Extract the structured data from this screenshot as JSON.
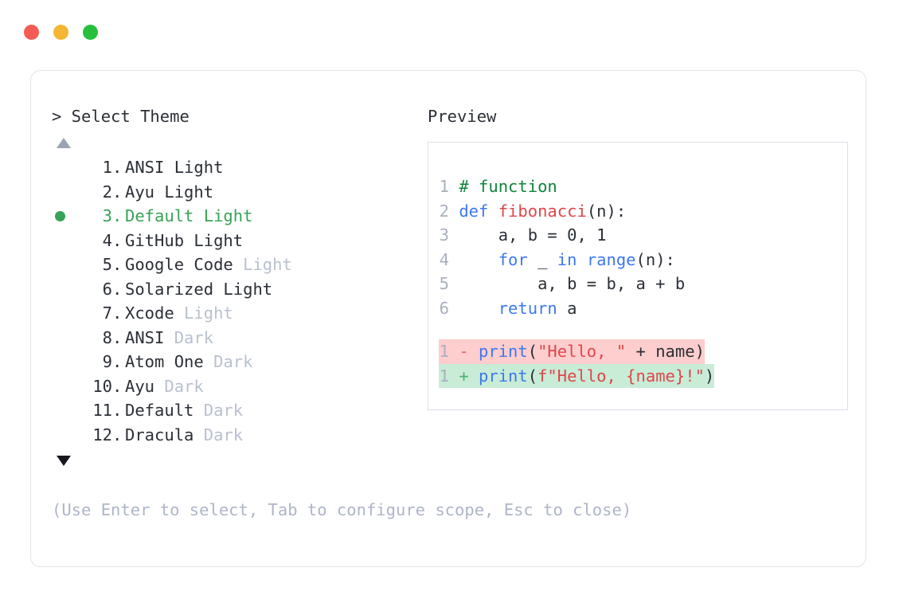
{
  "window": {
    "dots": [
      {
        "name": "close",
        "color": "#f45b52"
      },
      {
        "name": "minimize",
        "color": "#f5b731"
      },
      {
        "name": "maximize",
        "color": "#26c03d"
      }
    ]
  },
  "selector": {
    "title": "> Select Theme",
    "scroll_up_icon": "triangle-up",
    "scroll_down_icon": "triangle-down",
    "selected_index": 3,
    "selected_bullet_color": "#38a257",
    "items": [
      {
        "index": "1",
        "dot": ".",
        "name": "ANSI Light",
        "suffix": "",
        "selected": false
      },
      {
        "index": "2",
        "dot": ".",
        "name": "Ayu Light",
        "suffix": "",
        "selected": false
      },
      {
        "index": "3",
        "dot": ".",
        "name": "Default Light",
        "suffix": "",
        "selected": true
      },
      {
        "index": "4",
        "dot": ".",
        "name": "GitHub Light",
        "suffix": "",
        "selected": false
      },
      {
        "index": "5",
        "dot": ".",
        "name": "Google Code",
        "suffix": " Light",
        "selected": false
      },
      {
        "index": "6",
        "dot": ".",
        "name": "Solarized Light",
        "suffix": "",
        "selected": false
      },
      {
        "index": "7",
        "dot": ".",
        "name": "Xcode",
        "suffix": " Light",
        "selected": false
      },
      {
        "index": "8",
        "dot": ".",
        "name": "ANSI",
        "suffix": " Dark",
        "selected": false
      },
      {
        "index": "9",
        "dot": ".",
        "name": "Atom One",
        "suffix": " Dark",
        "selected": false
      },
      {
        "index": "10",
        "dot": ".",
        "name": "Ayu",
        "suffix": " Dark",
        "selected": false
      },
      {
        "index": "11",
        "dot": ".",
        "name": "Default",
        "suffix": " Dark",
        "selected": false
      },
      {
        "index": "12",
        "dot": ".",
        "name": "Dracula",
        "suffix": " Dark",
        "selected": false
      }
    ]
  },
  "preview": {
    "title": "Preview",
    "code_lines": [
      {
        "num": "1",
        "tokens": [
          {
            "t": "# function",
            "c": "comment"
          }
        ]
      },
      {
        "num": "2",
        "tokens": [
          {
            "t": "def ",
            "c": "kw"
          },
          {
            "t": "fibonacci",
            "c": "fn"
          },
          {
            "t": "(n):",
            "c": "plain"
          }
        ]
      },
      {
        "num": "3",
        "tokens": [
          {
            "t": "    a, b = 0, 1",
            "c": "plain"
          }
        ]
      },
      {
        "num": "4",
        "tokens": [
          {
            "t": "    ",
            "c": "plain"
          },
          {
            "t": "for",
            "c": "kw"
          },
          {
            "t": " _ ",
            "c": "plain"
          },
          {
            "t": "in",
            "c": "kw"
          },
          {
            "t": " ",
            "c": "plain"
          },
          {
            "t": "range",
            "c": "builtin"
          },
          {
            "t": "(n):",
            "c": "plain"
          }
        ]
      },
      {
        "num": "5",
        "tokens": [
          {
            "t": "        a, b = b, a + b",
            "c": "plain"
          }
        ]
      },
      {
        "num": "6",
        "tokens": [
          {
            "t": "    ",
            "c": "plain"
          },
          {
            "t": "return",
            "c": "kw"
          },
          {
            "t": " a",
            "c": "plain"
          }
        ]
      }
    ],
    "diff_lines": [
      {
        "num": "1",
        "marker": "-",
        "kind": "del",
        "bg": "#fecdcd",
        "tokens": [
          {
            "t": "print",
            "c": "builtin"
          },
          {
            "t": "(",
            "c": "plain"
          },
          {
            "t": "\"Hello, \"",
            "c": "str"
          },
          {
            "t": " + name)",
            "c": "plain"
          }
        ]
      },
      {
        "num": "1",
        "marker": "+",
        "kind": "add",
        "bg": "#c9ecd7",
        "tokens": [
          {
            "t": "print",
            "c": "builtin"
          },
          {
            "t": "(",
            "c": "plain"
          },
          {
            "t": "f\"Hello, {name}!\"",
            "c": "str"
          },
          {
            "t": ")",
            "c": "plain"
          }
        ]
      }
    ]
  },
  "footer": {
    "hint": "(Use Enter to select, Tab to configure scope, Esc to close)"
  }
}
